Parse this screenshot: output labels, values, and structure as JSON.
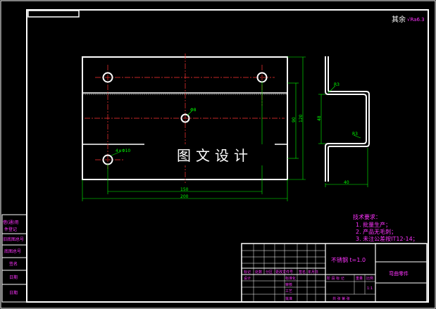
{
  "surface_roughness": {
    "prefix": "其余",
    "value": "√Ra6.3"
  },
  "watermark": "图文设计",
  "dimensions": {
    "hole_callout": "4×Φ10",
    "center_hole": "Φ8",
    "hole_spacing": "150",
    "overall_width": "200",
    "height_inner": "90",
    "height_outer": "120",
    "flange_height": "48",
    "flange_width": "40",
    "radius_top": "R3",
    "radius_bottom": "R3"
  },
  "technical_requirements": {
    "title": "技术要求：",
    "items": [
      "1. 批量生产；",
      "2. 产品无毛刺；",
      "3. 未注公差按IT12-14；"
    ]
  },
  "title_block": {
    "material": "不锈钢  t=1.0",
    "part_name": "弯曲零件",
    "header_cells": [
      "标记",
      "处数",
      "分区",
      "更改文件号",
      "签名",
      "年月日"
    ],
    "row_labels": [
      "设计",
      "标准化",
      "审核",
      "工艺",
      "批准"
    ],
    "stage_headers": [
      "阶 段 标 记",
      "重量",
      "比例"
    ],
    "scale": "1:1",
    "sheet": "共  张  第  张"
  },
  "side_strip": [
    "借(通)用",
    "件登记",
    "旧底图总号",
    "底图总号",
    "签名",
    "日期",
    "日期"
  ]
}
